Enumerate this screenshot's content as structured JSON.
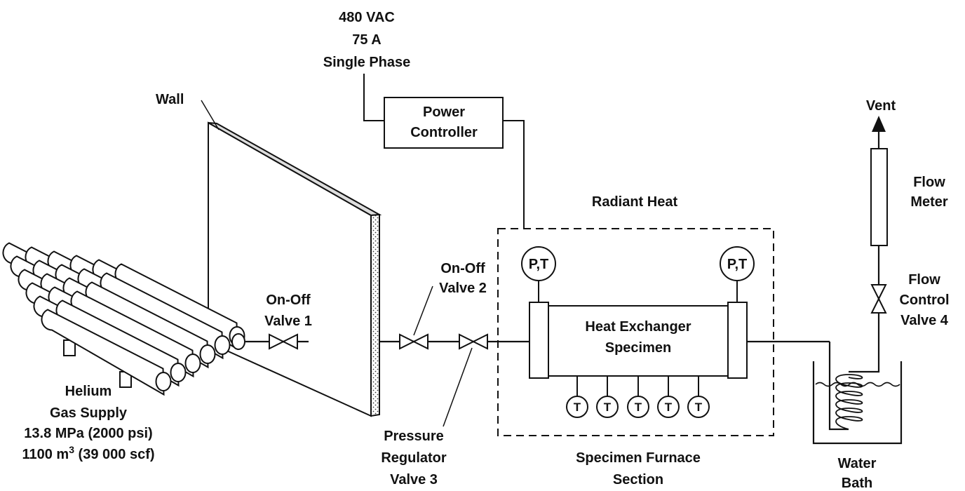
{
  "power_source": {
    "line1": "480 VAC",
    "line2": "75 A",
    "line3": "Single Phase"
  },
  "power_controller": {
    "line1": "Power",
    "line2": "Controller"
  },
  "wall_label": "Wall",
  "gas_supply": {
    "line1": "Helium",
    "line2": "Gas Supply",
    "line3": "13.8 MPa (2000 psi)",
    "line4_pre": "1100 m",
    "line4_sup": "3",
    "line4_post": " (39 000 scf)"
  },
  "valve1": {
    "line1": "On-Off",
    "line2": "Valve 1"
  },
  "valve2": {
    "line1": "On-Off",
    "line2": "Valve 2"
  },
  "valve3": {
    "line1": "Pressure",
    "line2": "Regulator",
    "line3": "Valve 3"
  },
  "radiant_heat": "Radiant Heat",
  "gauge_left": "P,T",
  "gauge_right": "P,T",
  "specimen": {
    "line1": "Heat Exchanger",
    "line2": "Specimen"
  },
  "thermocouple_label": "T",
  "furnace": {
    "line1": "Specimen Furnace",
    "line2": "Section"
  },
  "water_bath": {
    "line1": "Water",
    "line2": "Bath"
  },
  "vent_label": "Vent",
  "flow_meter": {
    "line1": "Flow",
    "line2": "Meter"
  },
  "valve4": {
    "line1": "Flow",
    "line2": "Control",
    "line3": "Valve 4"
  }
}
